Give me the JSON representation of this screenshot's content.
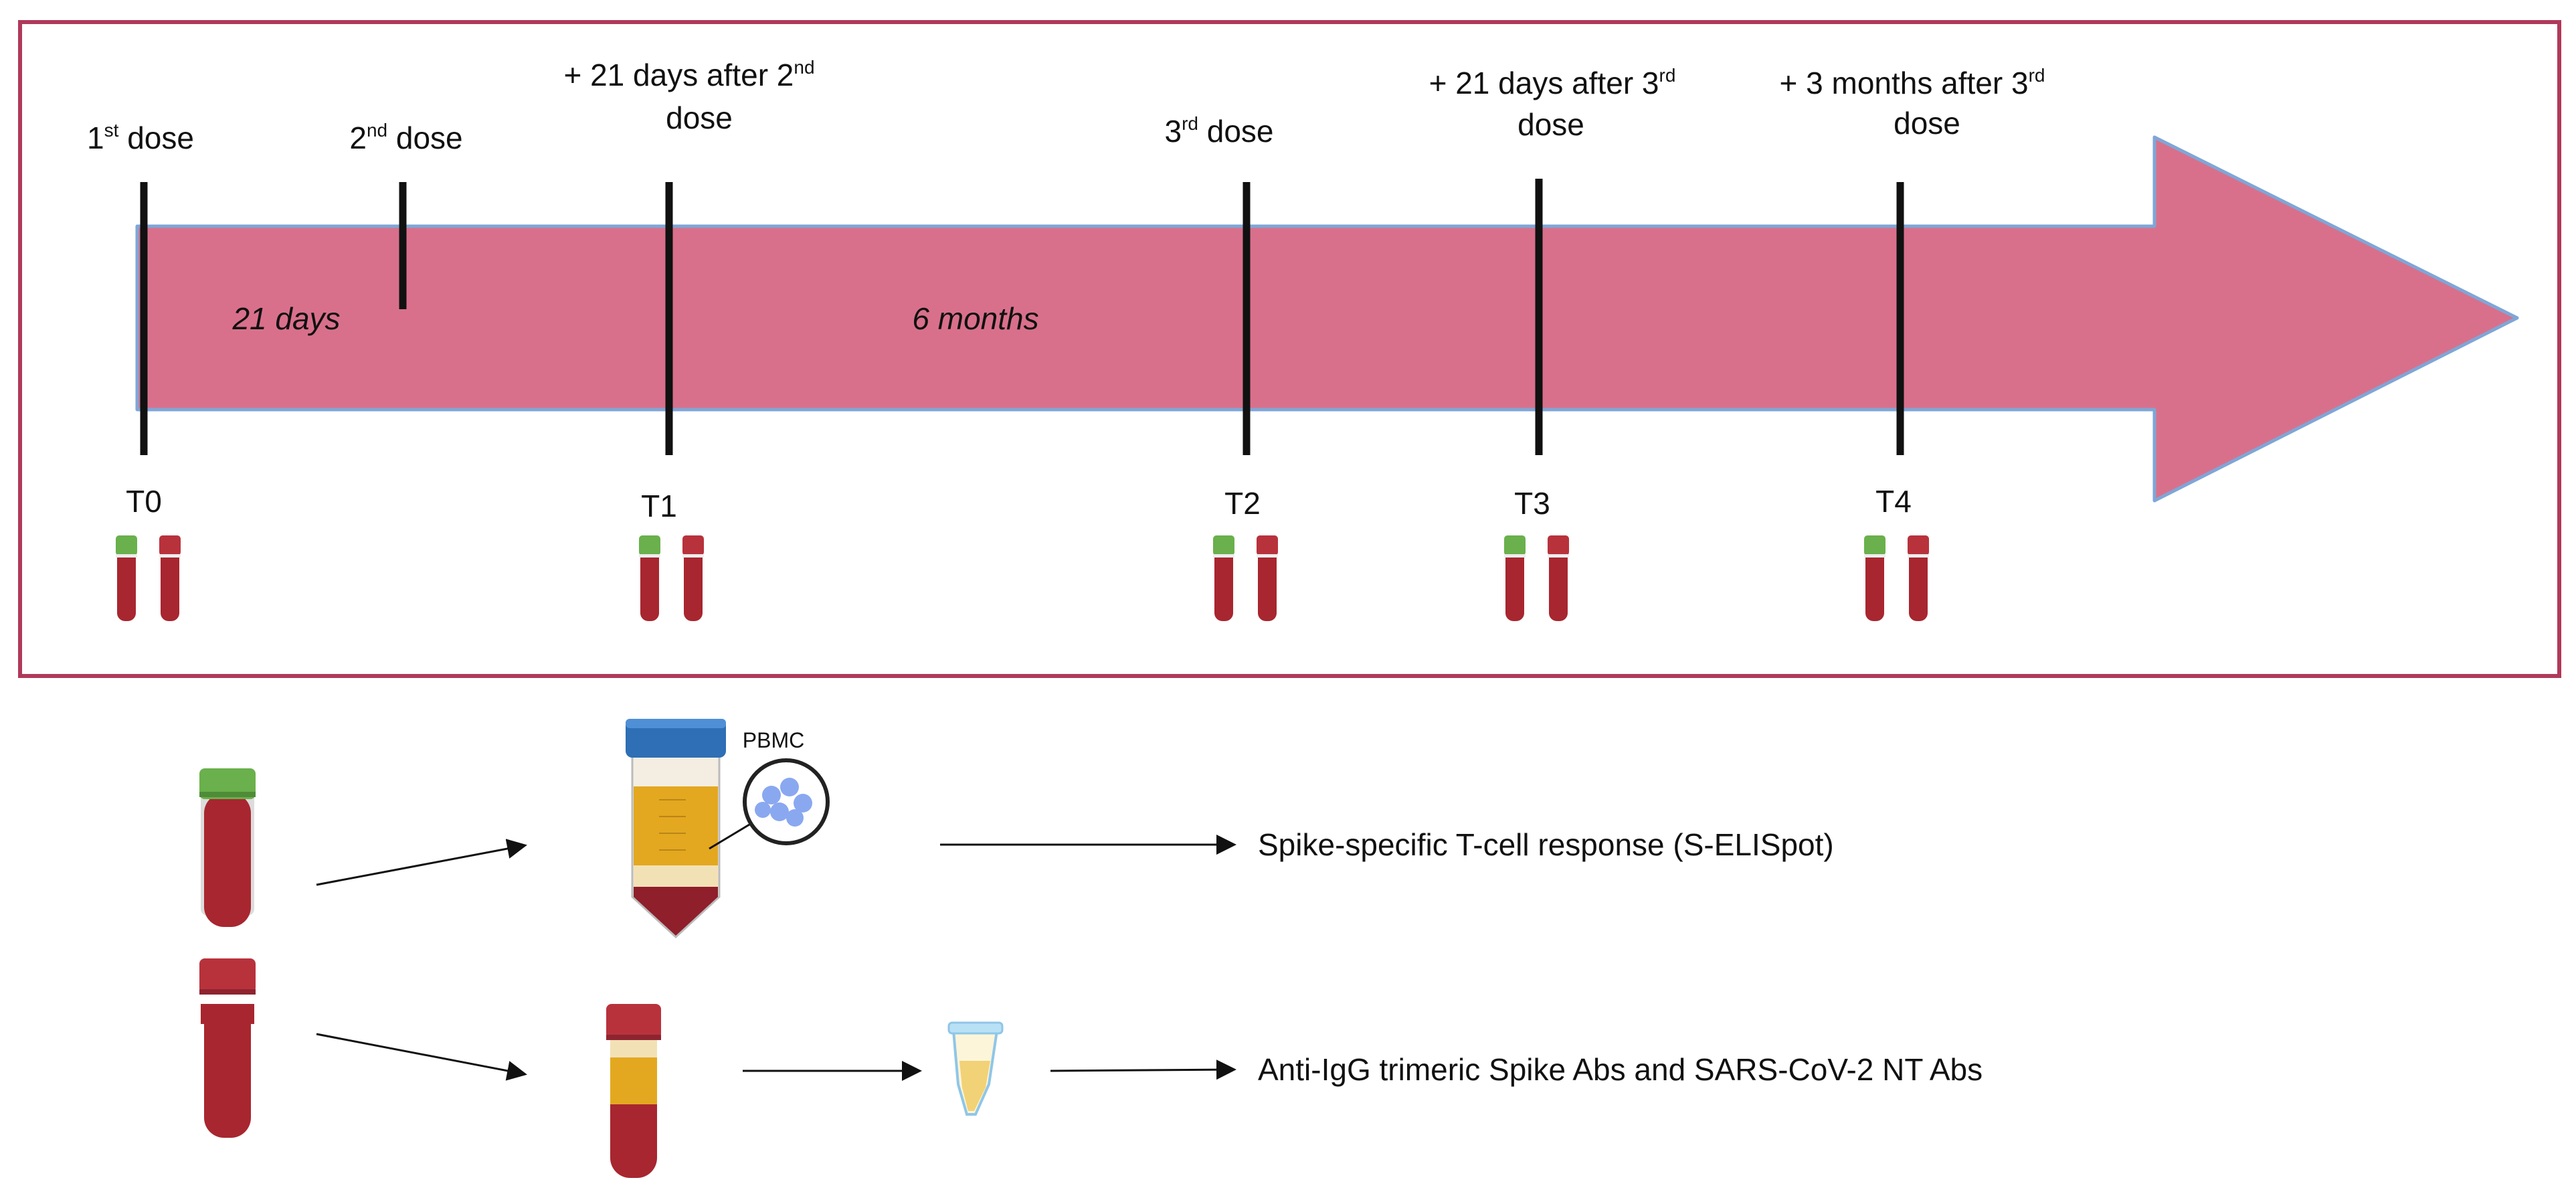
{
  "timeline": {
    "events": [
      {
        "text": "1",
        "sup": "st",
        "rest": " dose"
      },
      {
        "text": "2",
        "sup": "nd",
        "rest": " dose"
      },
      {
        "line1": "+ 21 days after 2",
        "line1_sup": "nd",
        "line2": "dose"
      },
      {
        "text": "3",
        "sup": "rd",
        "rest": " dose"
      },
      {
        "line1": "+ 21 days after 3",
        "line1_sup": "rd",
        "line2": "dose"
      },
      {
        "line1": "+  3 months after 3",
        "line1_sup": "rd",
        "line2": "dose"
      }
    ],
    "intervals": [
      "21 days",
      "6 months"
    ],
    "timepoints": [
      "T0",
      "T1",
      "T2",
      "T3",
      "T4"
    ]
  },
  "workflow": {
    "pbmc_label": "PBMC",
    "outcomes": [
      "Spike-specific T-cell response (S-ELISpot)",
      "Anti-IgG trimeric Spike Abs and SARS-CoV-2 NT Abs"
    ]
  },
  "colors": {
    "frame": "#b0395a",
    "arrow_fill": "#d9708b",
    "arrow_edge": "#7fa6d6",
    "blood": "#a8262f",
    "green_cap": "#6ab04c",
    "red_cap": "#b8323c",
    "serum": "#e3a81f",
    "blue_cap": "#2e6fb5",
    "cells": "#8aa8f0"
  }
}
